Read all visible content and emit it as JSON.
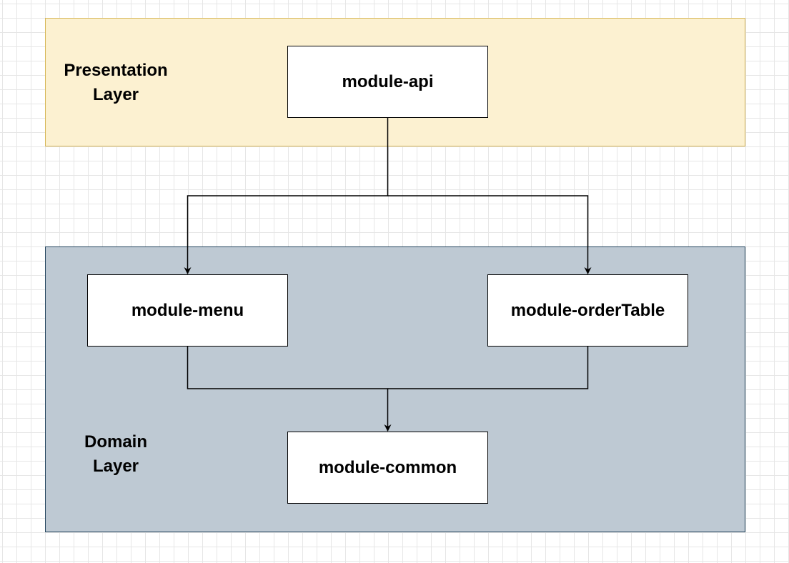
{
  "colors": {
    "presentation_fill": "#fcf1d1",
    "presentation_border": "#d6b656",
    "domain_fill": "#bec9d3",
    "domain_border": "#23445d",
    "module_fill": "#ffffff",
    "edge": "#000000"
  },
  "layers": {
    "presentation": {
      "label_line1": "Presentation",
      "label_line2": "Layer"
    },
    "domain": {
      "label_line1": "Domain",
      "label_line2": "Layer"
    }
  },
  "modules": {
    "api": "module-api",
    "menu": "module-menu",
    "order_table": "module-orderTable",
    "common": "module-common"
  },
  "edges": [
    {
      "from": "module-api",
      "to": "module-menu"
    },
    {
      "from": "module-api",
      "to": "module-orderTable"
    },
    {
      "from": "module-menu",
      "to": "module-common"
    },
    {
      "from": "module-orderTable",
      "to": "module-common"
    }
  ]
}
